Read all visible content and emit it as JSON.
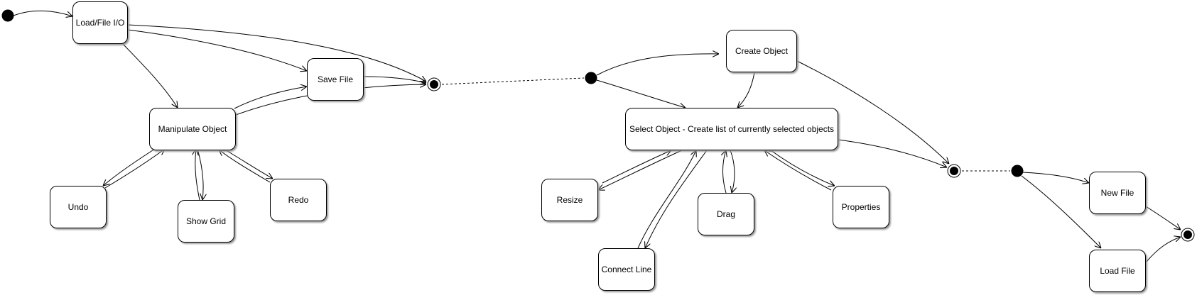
{
  "diagram": {
    "states": [
      {
        "id": "load-file-io",
        "label": "Load/File I/O"
      },
      {
        "id": "save-file",
        "label": "Save File"
      },
      {
        "id": "manipulate-object",
        "label": "Manipulate Object"
      },
      {
        "id": "undo",
        "label": "Undo"
      },
      {
        "id": "show-grid",
        "label": "Show Grid"
      },
      {
        "id": "redo",
        "label": "Redo"
      },
      {
        "id": "create-object",
        "label": "Create Object"
      },
      {
        "id": "select-object",
        "label": "Select Object - Create list of currently selected objects"
      },
      {
        "id": "resize",
        "label": "Resize"
      },
      {
        "id": "drag",
        "label": "Drag"
      },
      {
        "id": "properties",
        "label": "Properties"
      },
      {
        "id": "connect-line",
        "label": "Connect Line"
      },
      {
        "id": "new-file",
        "label": "New File"
      },
      {
        "id": "load-file",
        "label": "Load File"
      }
    ],
    "colors": {
      "line": "#000000",
      "fill": "#ffffff",
      "shadow": "#9a9a9a"
    }
  }
}
